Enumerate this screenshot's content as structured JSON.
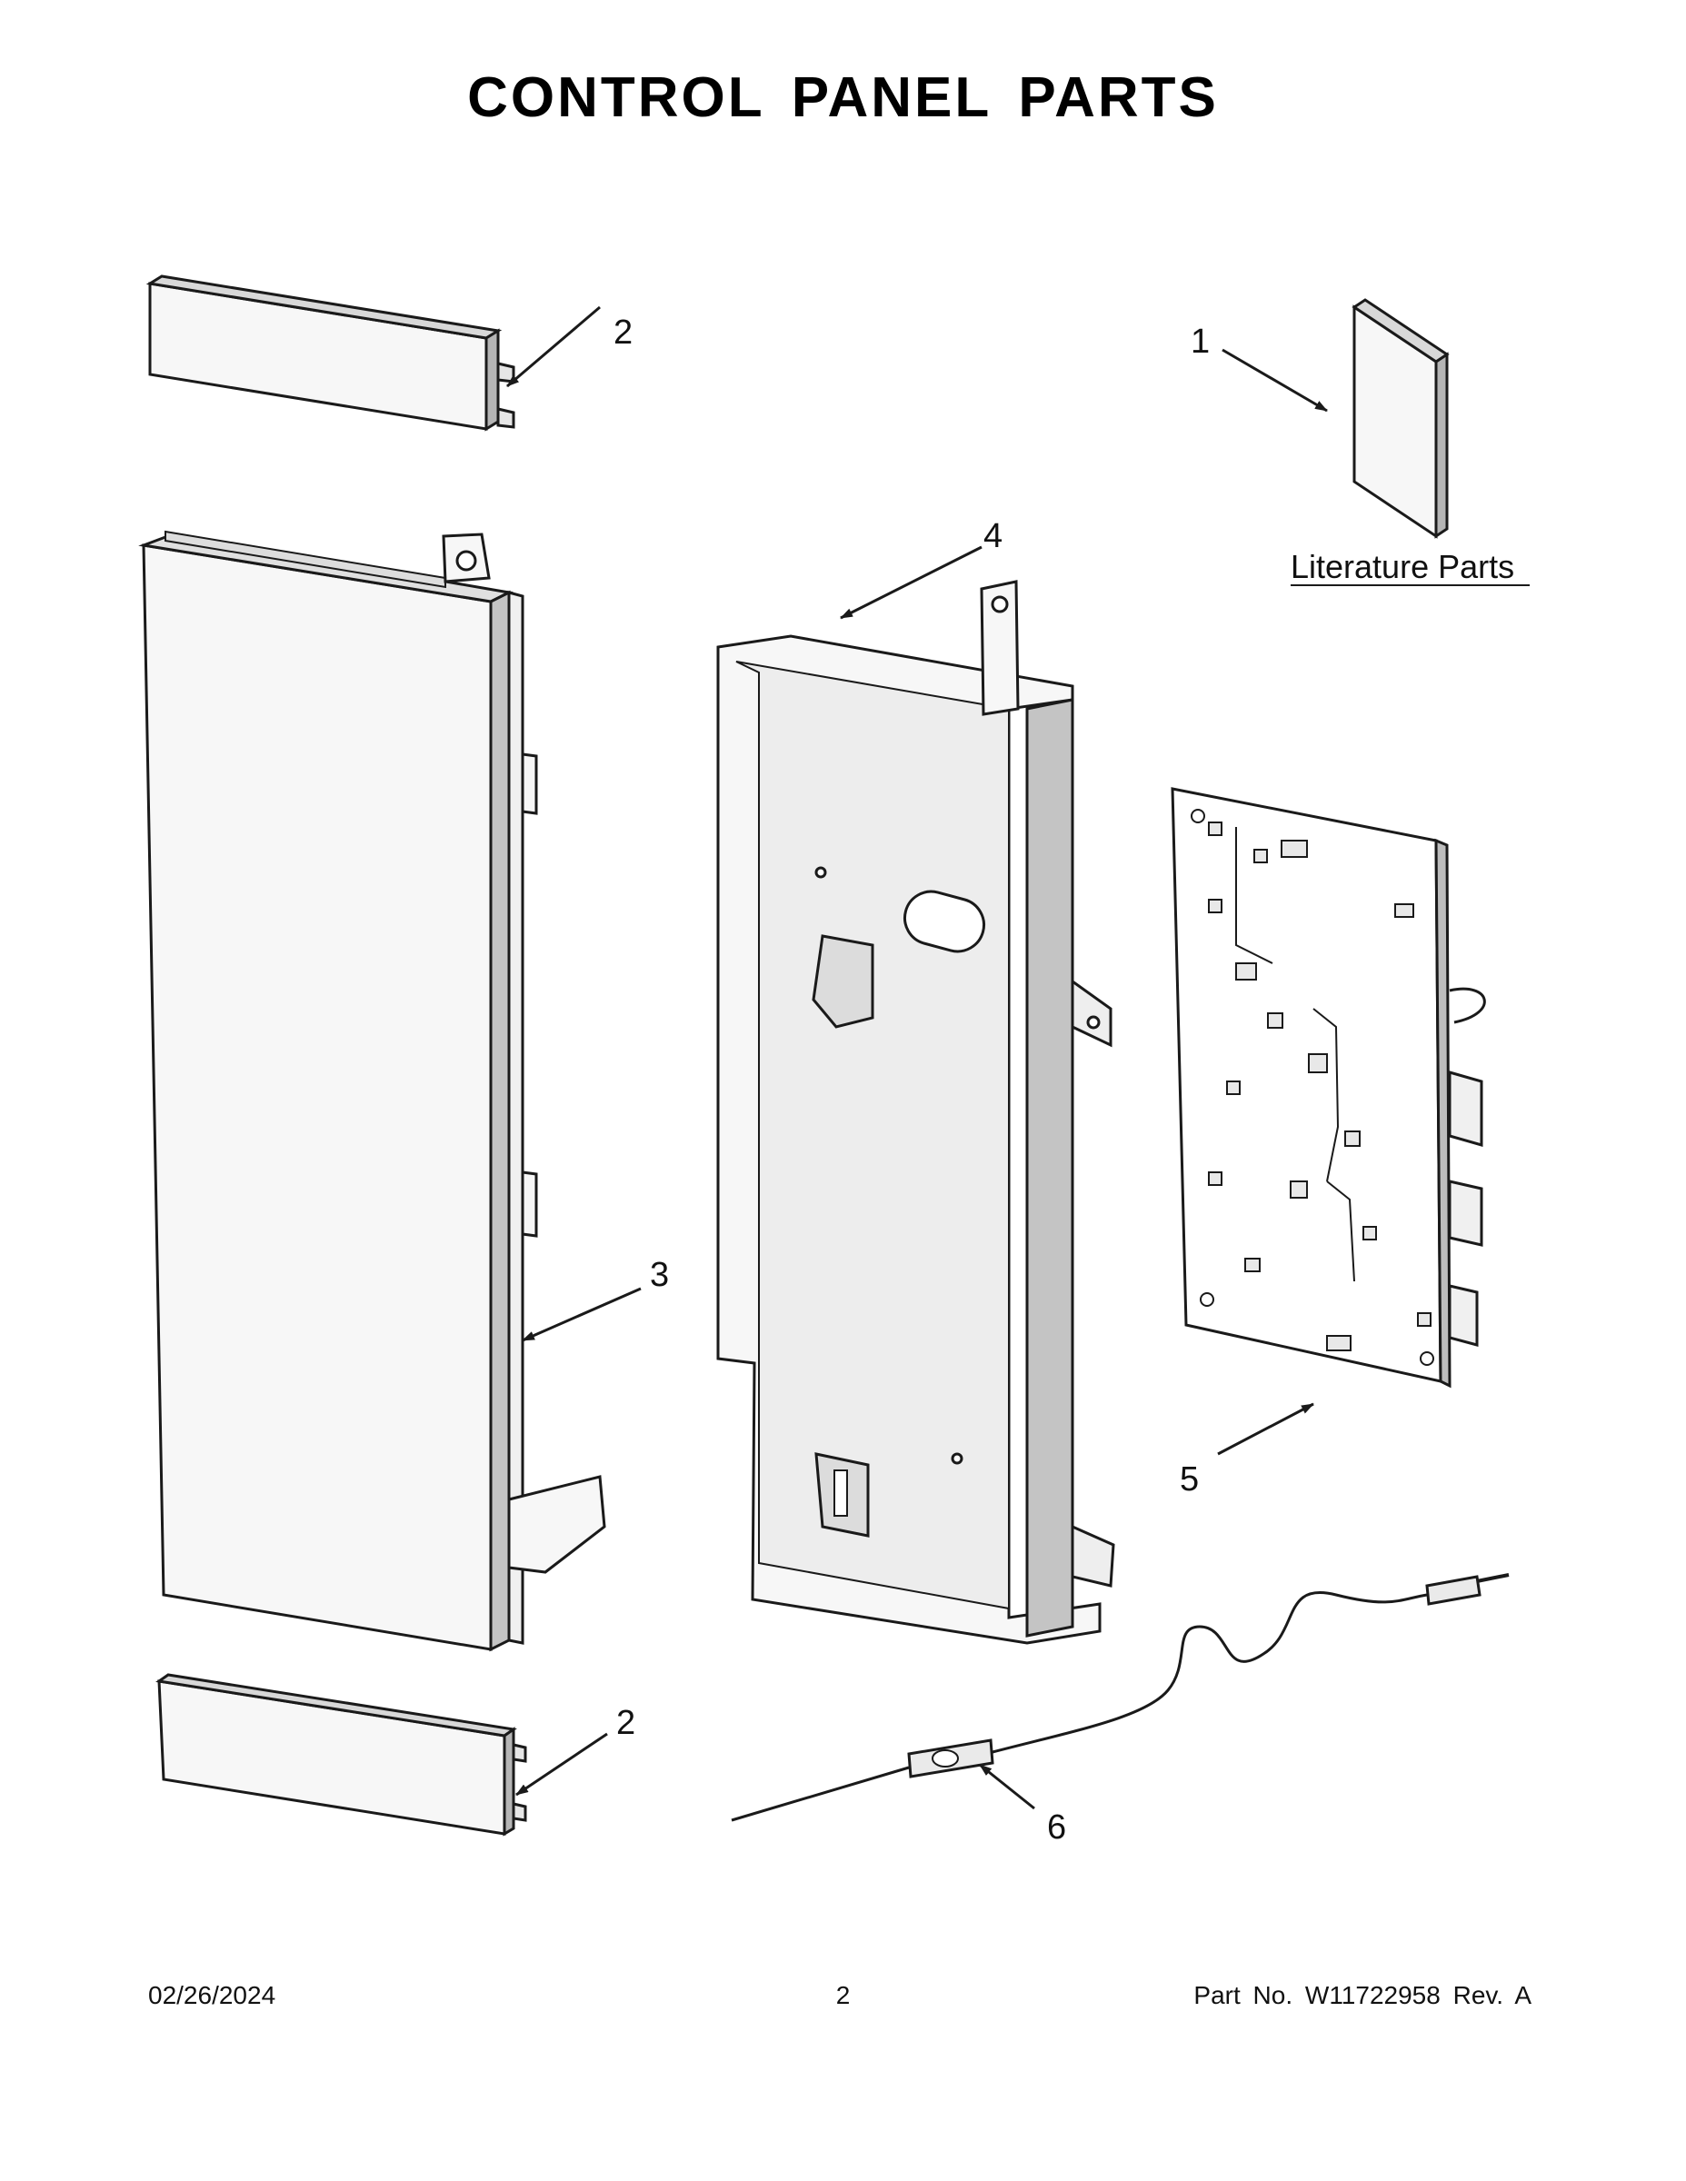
{
  "page": {
    "title": "CONTROL PANEL PARTS",
    "footer": {
      "date": "02/26/2024",
      "page_number": "2",
      "part_no": "Part No.  W11722958  Rev.  A"
    }
  },
  "diagram": {
    "literature_label": "Literature Parts",
    "callouts": [
      {
        "id": "callout-1",
        "label": "1"
      },
      {
        "id": "callout-2-top",
        "label": "2"
      },
      {
        "id": "callout-2-bottom",
        "label": "2"
      },
      {
        "id": "callout-3",
        "label": "3"
      },
      {
        "id": "callout-4",
        "label": "4"
      },
      {
        "id": "callout-5",
        "label": "5"
      },
      {
        "id": "callout-6",
        "label": "6"
      }
    ],
    "colors": {
      "line": "#1a1a1a",
      "panel_face": "#f7f7f7",
      "shade": "#b5b5b5",
      "board": "#ffffff"
    }
  }
}
